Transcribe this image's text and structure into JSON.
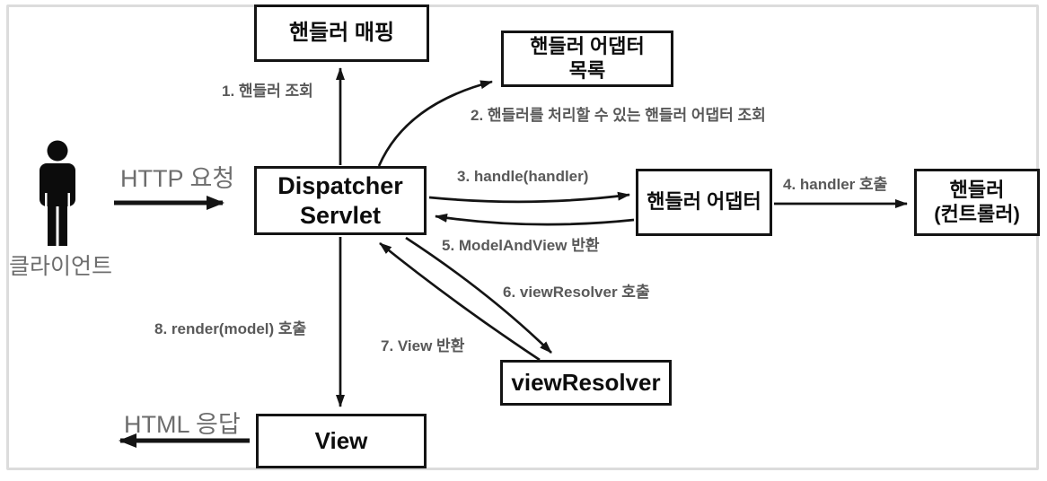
{
  "client": {
    "label": "클라이언트"
  },
  "boxes": {
    "handler_mapping": {
      "label": "핸들러 매핑"
    },
    "handler_adapter_list": {
      "line1": "핸들러 어댑터",
      "line2": "목록"
    },
    "dispatcher_servlet": {
      "line1": "Dispatcher",
      "line2": "Servlet"
    },
    "handler_adapter": {
      "label": "핸들러 어댑터"
    },
    "handler_controller": {
      "line1": "핸들러",
      "line2": "(컨트롤러)"
    },
    "view_resolver": {
      "label": "viewResolver"
    },
    "view": {
      "label": "View"
    }
  },
  "edge_labels": {
    "http_request": "HTTP 요청",
    "step1": "1. 핸들러 조회",
    "step2": "2. 핸들러를 처리할 수 있는 핸들러 어댑터 조회",
    "step3": "3. handle(handler)",
    "step4": "4. handler 호출",
    "step5": "5. ModelAndView 반환",
    "step6": "6. viewResolver 호출",
    "step7": "7. View 반환",
    "step8": "8. render(model) 호출",
    "html_response": "HTML 응답"
  },
  "colors": {
    "box_border": "#141414",
    "arrow": "#141414",
    "label_gray": "#595959",
    "client_label_gray": "#6d6d6d",
    "frame_border": "#dcdcdc",
    "background": "#ffffff"
  }
}
